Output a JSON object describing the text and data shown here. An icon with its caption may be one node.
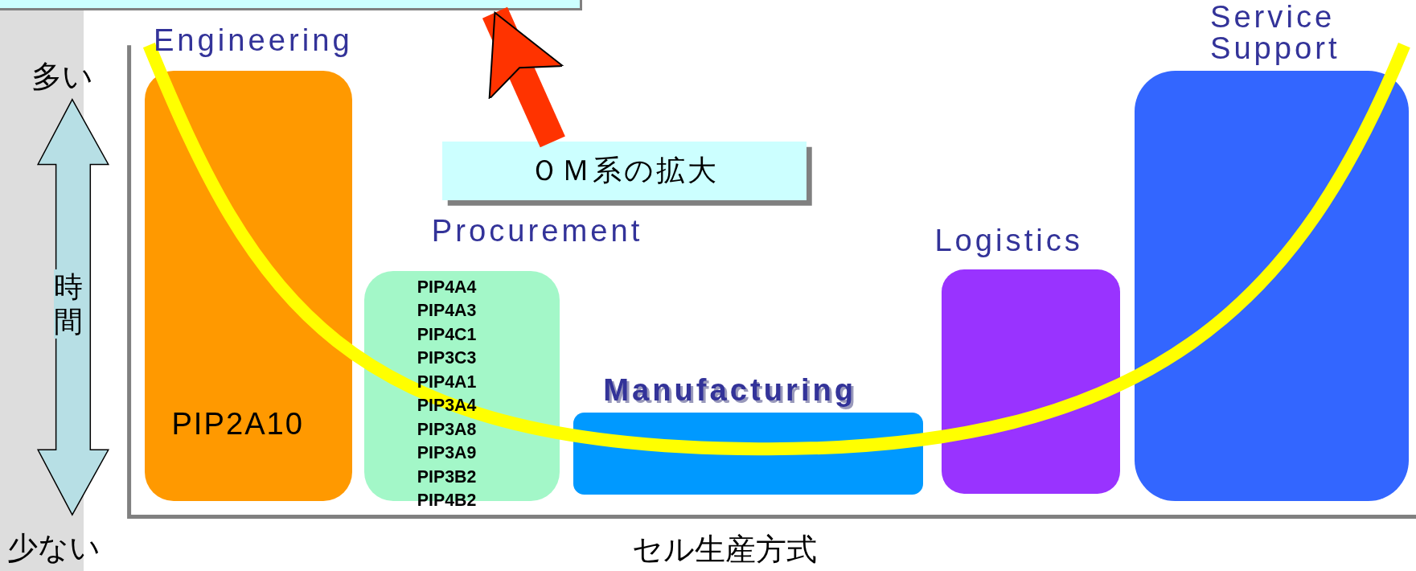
{
  "diagram": {
    "nodes": [
      {
        "text": [],
        "shape": "box"
      },
      {
        "text": [
          "Engineering",
          "PIP2A10"
        ]
      },
      {
        "text": [
          "Service Support"
        ]
      },
      {
        "text": [
          "ＯＭ系の拡大"
        ]
      },
      {
        "text": [
          "Procurement",
          "PIP4A4",
          "PIP4A3",
          "PIP4C1",
          "PIP3C3",
          "PIP4A1",
          "PIP3A4",
          "PIP3A8",
          "PIP3A9",
          "PIP3B2",
          "PIP4B2"
        ]
      },
      {
        "text": [
          "Logistics"
        ]
      },
      {
        "text": [
          "Manufacturing"
        ]
      }
    ],
    "edges": [
      {
        "from": 3,
        "to": 0,
        "arrow": "to"
      }
    ],
    "labels": [
      "多い",
      "時間",
      "少ない",
      "セル生産方式"
    ]
  }
}
